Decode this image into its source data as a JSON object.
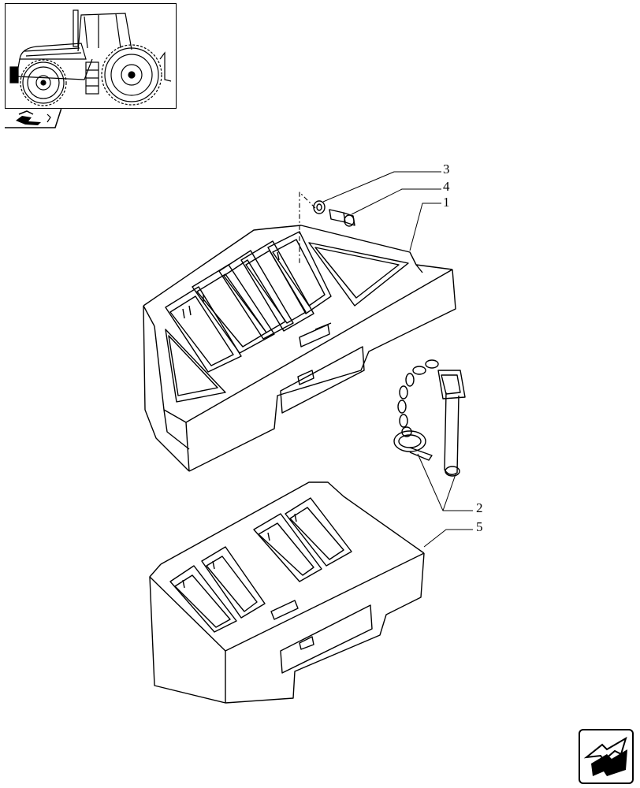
{
  "callouts": {
    "c1": "1",
    "c2": "2",
    "c3": "3",
    "c4": "4",
    "c5": "5"
  },
  "icons": {
    "thumbnail": "tractor-thumbnail-icon",
    "tab": "book-arrow-icon",
    "nav": "next-page-arrow-icon"
  },
  "colors": {
    "line": "#000000",
    "background": "#ffffff"
  }
}
